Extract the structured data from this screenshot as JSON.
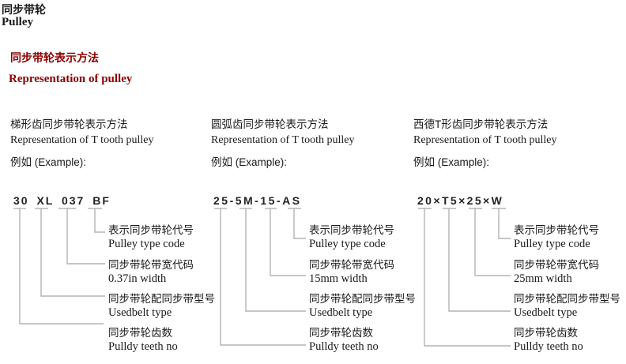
{
  "page": {
    "title_zh": "同步带轮",
    "title_en": "Pulley",
    "section_heading_zh": "同步带轮表示方法",
    "section_heading_en": "Representation of pulley"
  },
  "colors": {
    "heading_red": "#8b0000",
    "body_text": "#1a1a1a",
    "connector_gray": "#b4b4b4"
  },
  "columns": [
    {
      "header_zh": "梯形齿同步带轮表示方法",
      "header_en": "Representation of T tooth pulley",
      "example_label": "例如 (Example):",
      "code": "30 XL 037 BF",
      "labels": [
        {
          "zh": "表示同步带轮代号",
          "en": "Pulley type code"
        },
        {
          "zh": "同步带轮带宽代码",
          "en": "0.37in width"
        },
        {
          "zh": "同步带轮配同步带型号",
          "en": "Usedbelt type"
        },
        {
          "zh": "同步带轮齿数",
          "en": "Pulldy teeth no"
        }
      ]
    },
    {
      "header_zh": "圆弧齿同步带轮表示方法",
      "header_en": "Representation of T tooth pulley",
      "example_label": "例如 (Example):",
      "code": "25-5M-15-AS",
      "labels": [
        {
          "zh": "表示同步带轮代号",
          "en": "Pulley type code"
        },
        {
          "zh": "同步带轮带宽代码",
          "en": "15mm width"
        },
        {
          "zh": "同步带轮配同步带型号",
          "en": "Usedbelt type"
        },
        {
          "zh": "同步带轮齿数",
          "en": "Pulldy teeth no"
        }
      ]
    },
    {
      "header_zh": "西德T形齿同步带轮表示方法",
      "header_en": "Representation of T tooth pulley",
      "example_label": "例如 (Example):",
      "code": "20×T5×25×W",
      "labels": [
        {
          "zh": "表示同步带轮代号",
          "en": "Pulley type code"
        },
        {
          "zh": "同步带轮带宽代码",
          "en": "25mm width"
        },
        {
          "zh": "同步带轮配同步带型号",
          "en": "Usedbelt type"
        },
        {
          "zh": "同步带轮齿数",
          "en": "Pulldy teeth no"
        }
      ]
    }
  ]
}
